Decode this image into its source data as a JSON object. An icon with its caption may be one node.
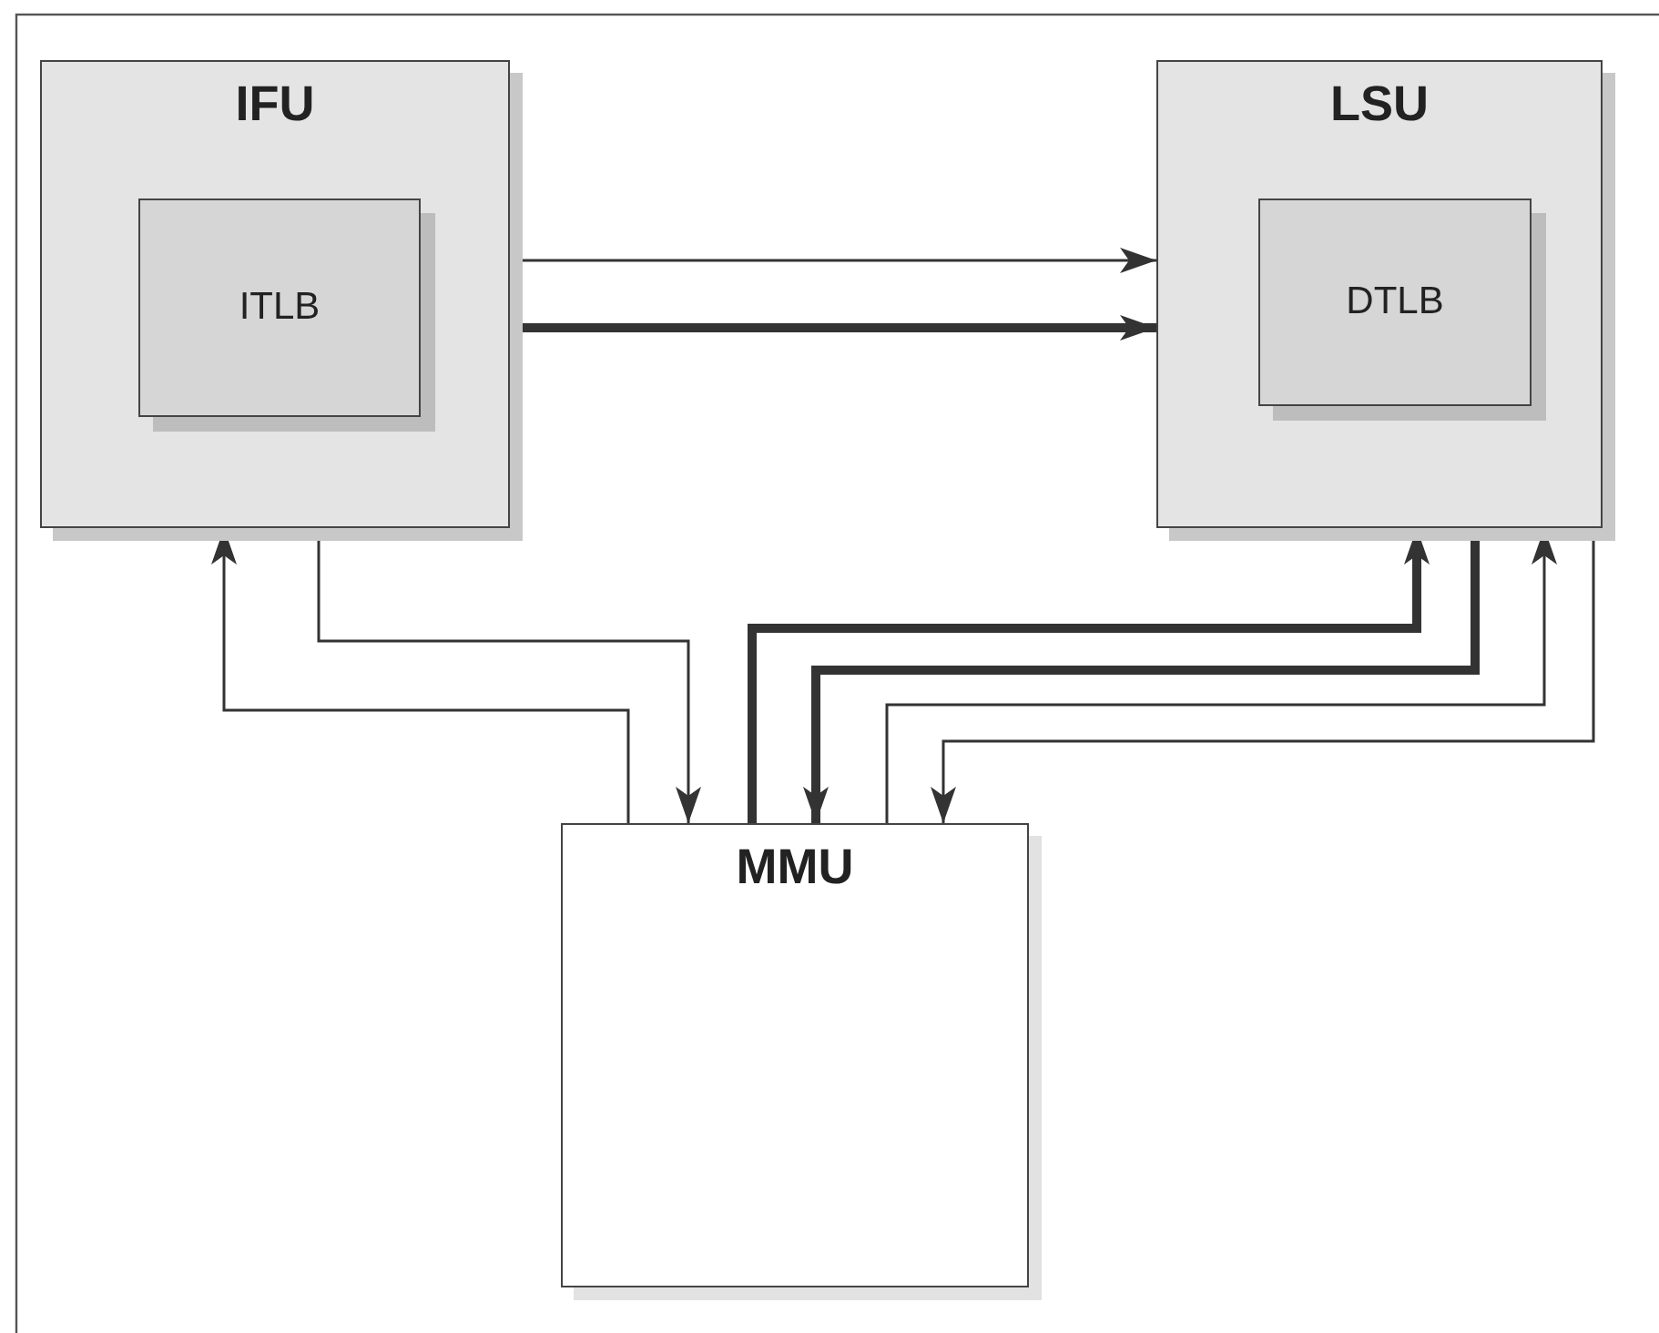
{
  "diagram": {
    "nodes": [
      {
        "text": [
          "IFU"
        ]
      },
      {
        "text": [
          "ITLB"
        ],
        "in": 0
      },
      {
        "text": [
          "LSU"
        ]
      },
      {
        "text": [
          "DTLB"
        ],
        "in": 2
      },
      {
        "text": [
          "MMU"
        ]
      }
    ],
    "edges": [
      {
        "from": 0,
        "to": 2,
        "arrow": "to"
      },
      {
        "from": 0,
        "to": 2,
        "arrow": "to",
        "style": "thick"
      },
      {
        "from": 0,
        "to": 4,
        "arrow": "to"
      },
      {
        "from": 4,
        "to": 0,
        "arrow": "to"
      },
      {
        "from": 4,
        "to": 2,
        "arrow": "to",
        "style": "thick"
      },
      {
        "from": 2,
        "to": 4,
        "arrow": "to",
        "style": "thick"
      },
      {
        "from": 4,
        "to": 2,
        "arrow": "to"
      },
      {
        "from": 2,
        "to": 4,
        "arrow": "to"
      }
    ]
  }
}
